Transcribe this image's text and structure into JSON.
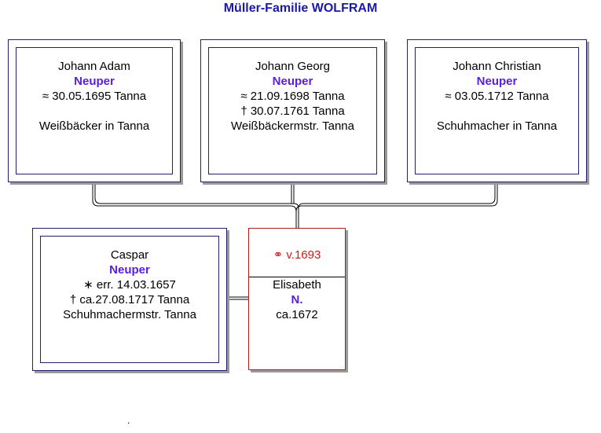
{
  "title": "Müller-Familie WOLFRAM",
  "children": [
    {
      "given_name": "Johann Adam",
      "surname": "Neuper",
      "lines": [
        "≈  30.05.1695 Tanna",
        "",
        "Weißbäcker in Tanna"
      ]
    },
    {
      "given_name": "Johann Georg",
      "surname": "Neuper",
      "lines": [
        "≈  21.09.1698 Tanna",
        "†  30.07.1761 Tanna",
        "Weißbäckermstr. Tanna"
      ]
    },
    {
      "given_name": "Johann Christian",
      "surname": "Neuper",
      "lines": [
        "≈  03.05.1712 Tanna",
        "",
        "Schuhmacher in Tanna"
      ]
    }
  ],
  "father": {
    "given_name": "Caspar",
    "surname": "Neuper",
    "lines": [
      "∗ err. 14.03.1657",
      "† ca.27.08.1717 Tanna",
      "Schuhmachermstr. Tanna"
    ]
  },
  "mother": {
    "marriage": "⚭ v.1693",
    "given_name": "Elisabeth",
    "surname": "N.",
    "birth": "ca.1672"
  },
  "footer_mark": "."
}
